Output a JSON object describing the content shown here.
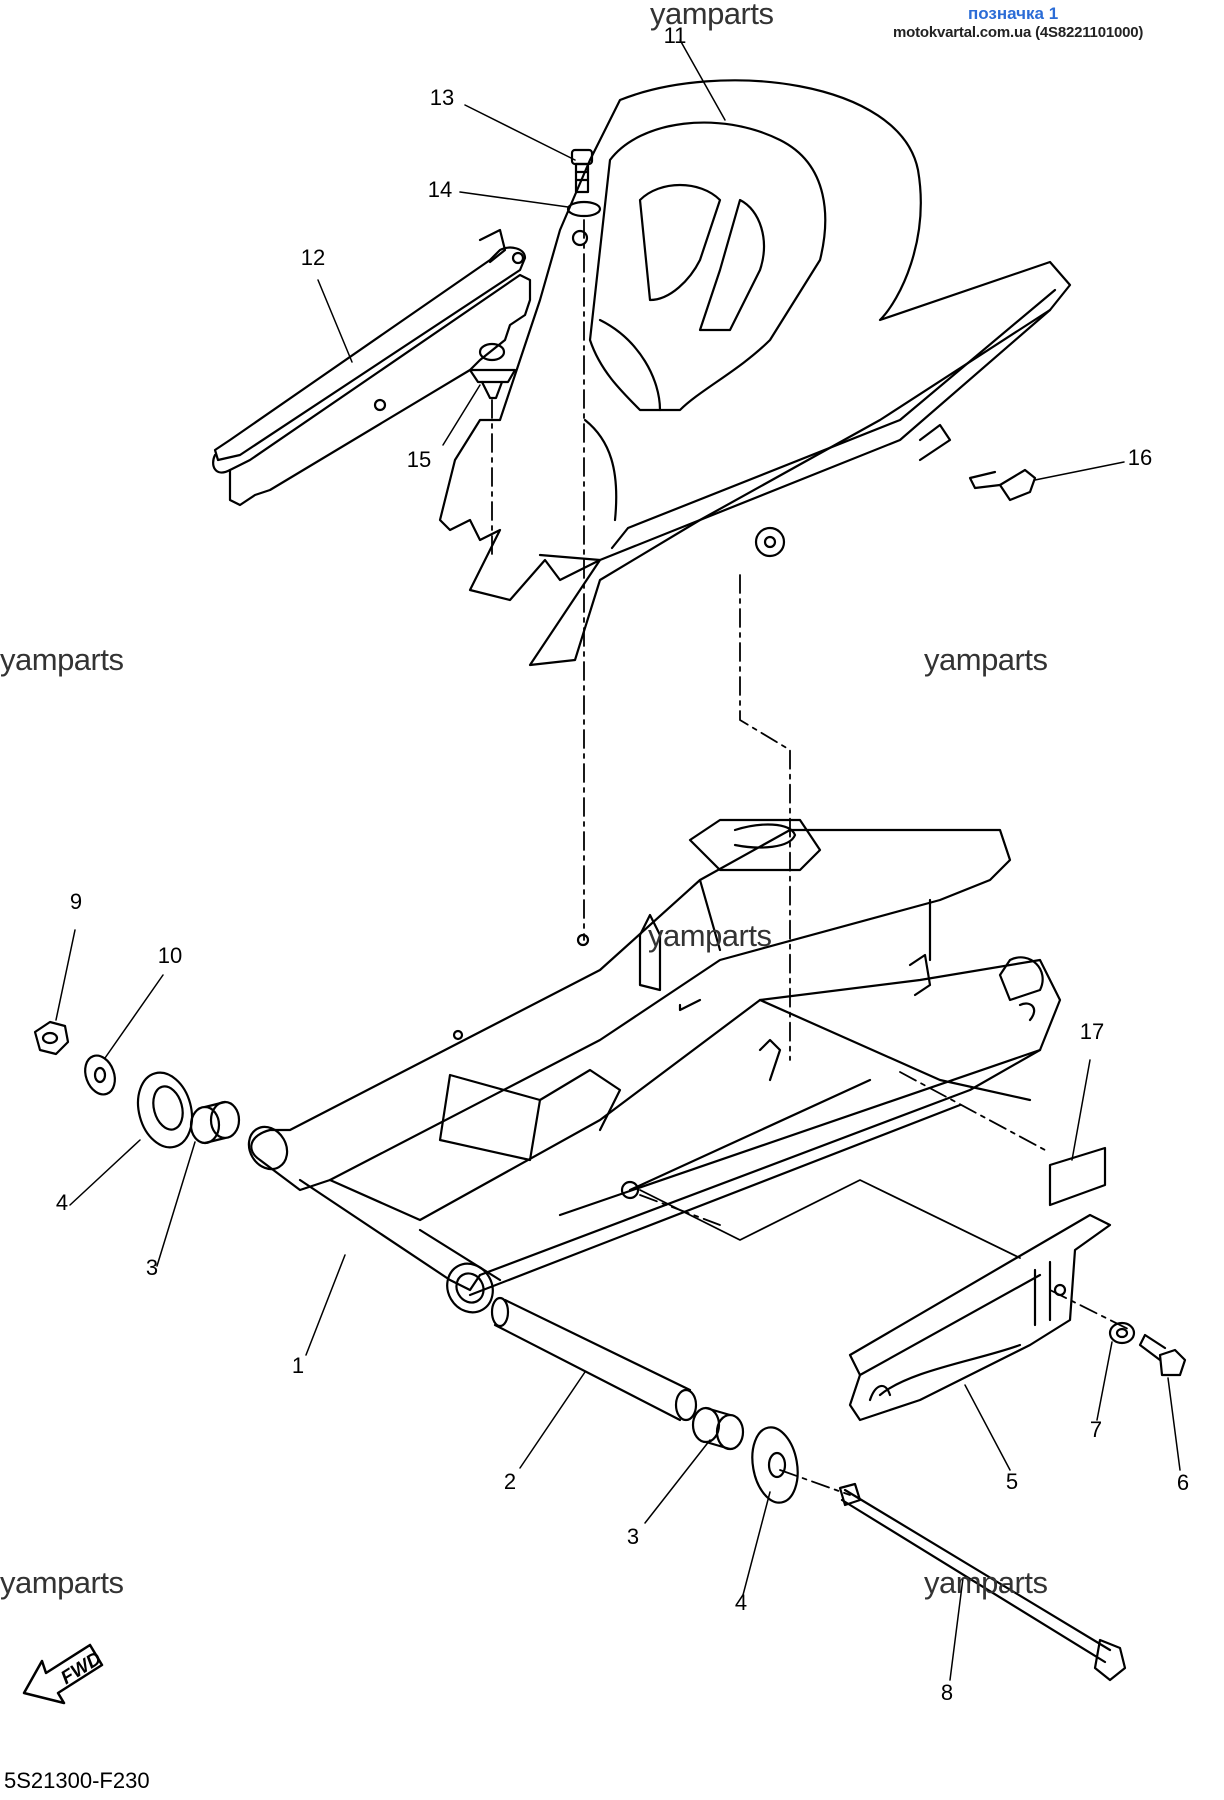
{
  "header": {
    "link_text": "позначка 1",
    "source_text": "motokvartal.com.ua (4S8221101000)",
    "link_color": "#2b6cd6"
  },
  "watermarks": [
    "yamparts",
    "yamparts",
    "yamparts",
    "yamparts",
    "yamparts",
    "yamparts"
  ],
  "callouts": [
    "11",
    "13",
    "14",
    "12",
    "15",
    "16",
    "9",
    "10",
    "4",
    "3",
    "1",
    "17",
    "2",
    "3",
    "4",
    "5",
    "7",
    "6",
    "8"
  ],
  "fwd_label": "FWD",
  "diagram_code": "5S21300-F230"
}
